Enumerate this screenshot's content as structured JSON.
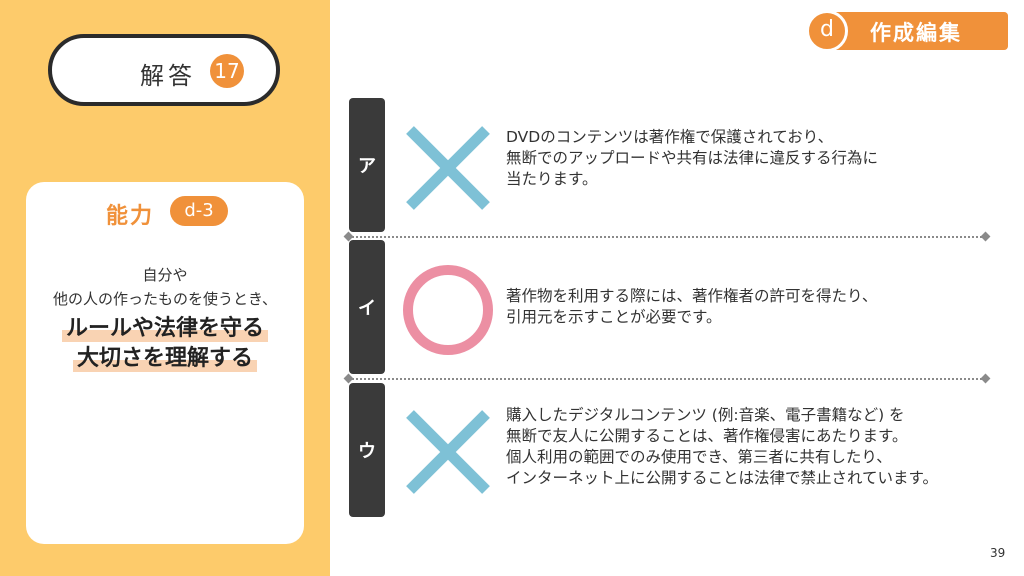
{
  "answer": {
    "label": "解答",
    "number": "17"
  },
  "ability": {
    "title": "能力",
    "code": "d-3",
    "line1": "自分や",
    "line2": "他の人の作ったものを使うとき、",
    "highlight1": "ルールや法律を守る",
    "highlight2": "大切さを理解する"
  },
  "badge": {
    "letter": "d",
    "text": "作成編集"
  },
  "rows": [
    {
      "tab": "ア",
      "mark": "cross-icon",
      "lines": [
        "DVDのコンテンツは著作権で保護されており、",
        "無断でのアップロードや共有は法律に違反する行為に",
        "当たります。"
      ]
    },
    {
      "tab": "イ",
      "mark": "circle-icon",
      "lines": [
        "著作物を利用する際には、著作権者の許可を得たり、",
        "引用元を示すことが必要です。"
      ]
    },
    {
      "tab": "ウ",
      "mark": "cross-icon",
      "lines": [
        "購入したデジタルコンテンツ (例:音楽、電子書籍など) を",
        "無断で友人に公開することは、著作権侵害にあたります。",
        "個人利用の範囲でのみ使用でき、第三者に共有したり、",
        "インターネット上に公開することは法律で禁止されています。"
      ]
    }
  ],
  "colors": {
    "panel": "#fdcb6b",
    "accent": "#f0913a",
    "cross": "#7ec1d6",
    "circle": "#ec8fa3",
    "tab": "#3a3a3a"
  },
  "page_number": "39"
}
